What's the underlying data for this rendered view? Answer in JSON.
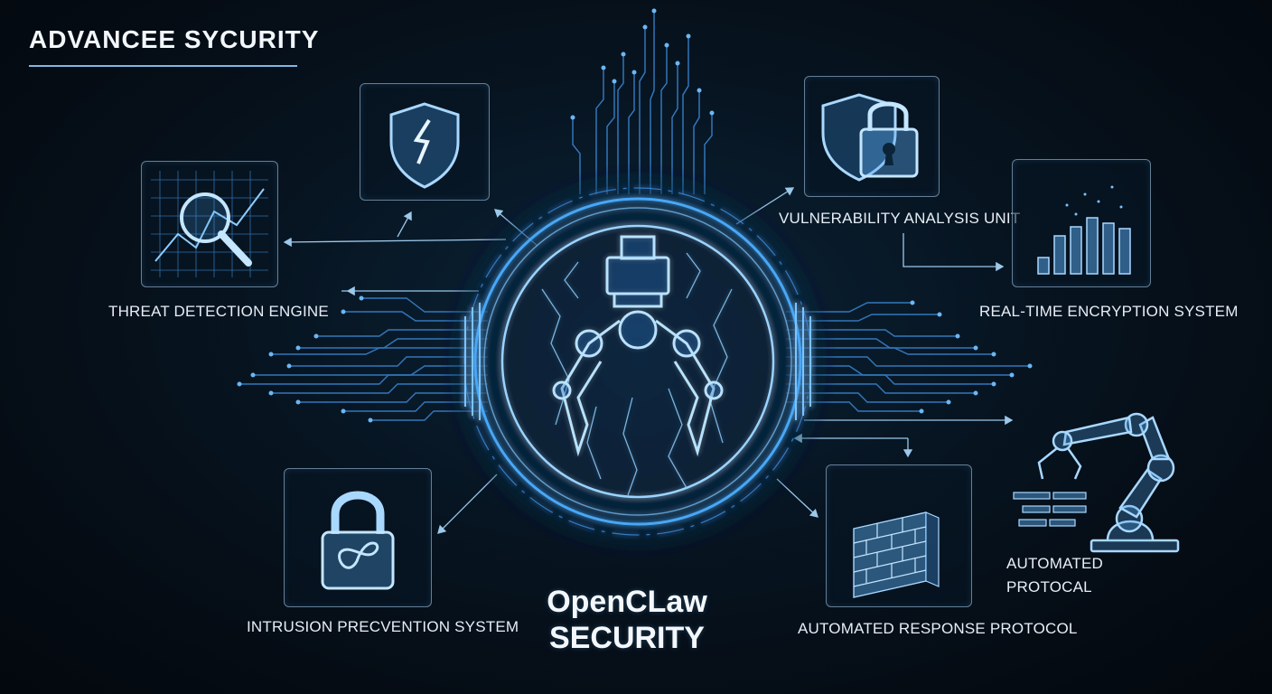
{
  "title": "ADVANCEE SYCURITY",
  "center": {
    "line1": "OpenCLaw",
    "line2": "SECURITY"
  },
  "modules": {
    "threat_detection": "THREAT DETECTION ENGINE",
    "vulnerability": "VULNERABILITY ANALYSIS UNIT",
    "encryption": "REAL-TIME ENCRYPTION SYSTEM",
    "intrusion": "INTRUSION PRECVENTION SYSTEM",
    "response": "AUTOMATED RESPONSE PROTOCOL",
    "protocal_line1": "AUTOMATED",
    "protocal_line2": "PROTOCAL"
  },
  "colors": {
    "accent": "#5fb6ff",
    "glow": "#3d8fe0",
    "line": "#7fb8e4",
    "background": "#050c14"
  },
  "icons": [
    "shield-cracked-icon",
    "magnifier-chart-icon",
    "shield-lock-icon",
    "bar-chart-icon",
    "padlock-icon",
    "firewall-icon",
    "robotic-arm-icon",
    "claw-icon"
  ]
}
